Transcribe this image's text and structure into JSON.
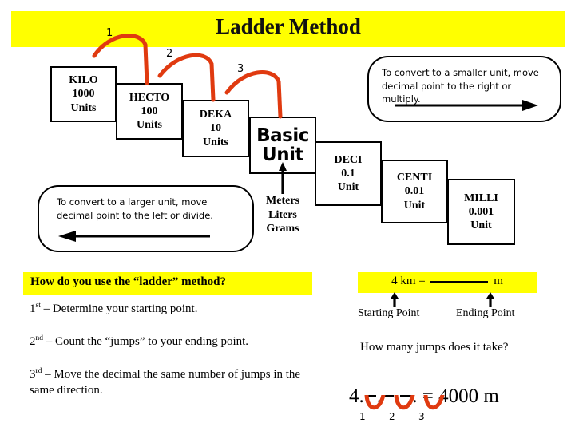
{
  "slide": {
    "title": "Ladder Method",
    "highlight_color": "#ffff00",
    "arc_color": "#e03a10"
  },
  "ladder": {
    "steps": [
      {
        "name": "KILO",
        "value": "1000",
        "unit": "Units"
      },
      {
        "name": "HECTO",
        "value": "100",
        "unit": "Units"
      },
      {
        "name": "DEKA",
        "value": "10",
        "unit": "Units"
      },
      {
        "name": "Basic",
        "value": "Unit",
        "unit": ""
      },
      {
        "name": "DECI",
        "value": "0.1",
        "unit": "Unit"
      },
      {
        "name": "CENTI",
        "value": "0.01",
        "unit": "Unit"
      },
      {
        "name": "MILLI",
        "value": "0.001",
        "unit": "Unit"
      }
    ],
    "basic_unit_examples": [
      "Meters",
      "Liters",
      "Grams"
    ],
    "jump_numbers": [
      "1",
      "2",
      "3"
    ]
  },
  "callouts": {
    "smaller": {
      "line1": "To convert to a smaller unit, move",
      "line2": "decimal  point to the right or multiply.",
      "direction": "right"
    },
    "larger": {
      "line1": "To convert to a larger unit, move",
      "line2": "decimal  point to the left or divide.",
      "direction": "left"
    }
  },
  "instructions": {
    "question": "How do you use the “ladder” method?",
    "steps": [
      {
        "ordinal": "1",
        "suffix": "st",
        "text": " – Determine your starting point."
      },
      {
        "ordinal": "2",
        "suffix": "nd",
        "text": " – Count the “jumps” to your ending point."
      },
      {
        "ordinal": "3",
        "suffix": "rd",
        "text": " – Move the decimal the same number of jumps in the same direction."
      }
    ]
  },
  "example": {
    "equation_prefix": "4 km = ",
    "equation_suffix": " m",
    "starting_point_label": "Starting Point",
    "ending_point_label": "Ending Point",
    "jumps_question": "How many jumps does it take?",
    "final_prefix": "4.",
    "final_result": " = 4000 m",
    "final_jump_numbers": [
      "1",
      "2",
      "3"
    ]
  }
}
